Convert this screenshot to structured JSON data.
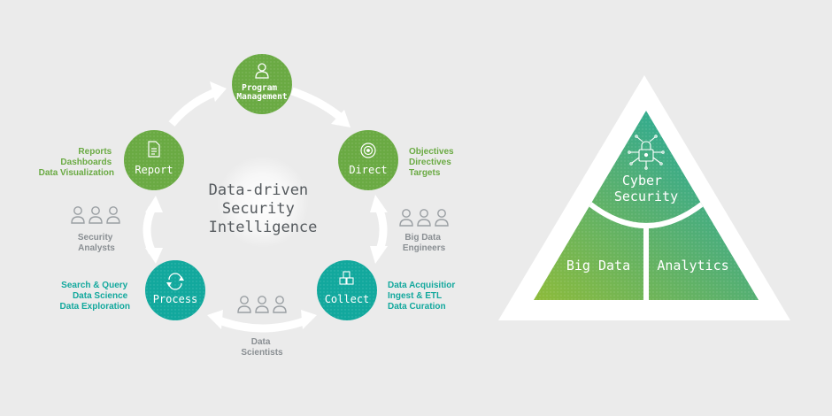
{
  "center_title": [
    "Data-driven",
    "Security",
    "Intelligence"
  ],
  "nodes": {
    "program": [
      "Program",
      "Management"
    ],
    "direct": "Direct",
    "collect": "Collect",
    "process": "Process",
    "report": "Report"
  },
  "lists": {
    "report": [
      "Reports",
      "Dashboards",
      "Data Visualization"
    ],
    "direct": [
      "Objectives",
      "Directives",
      "Targets"
    ],
    "process": [
      "Search & Query",
      "Data Science",
      "Data Exploration"
    ],
    "collect": [
      "Data Acquisitior",
      "Ingest & ETL",
      "Data Curation"
    ]
  },
  "roles": {
    "analysts": [
      "Security",
      "Analysts"
    ],
    "engineers": [
      "Big Data",
      "Engineers"
    ],
    "scientists": [
      "Data",
      "Scientists"
    ]
  },
  "triangle": {
    "top": [
      "Cyber",
      "Security"
    ],
    "left": "Big Data",
    "right": "Analytics"
  },
  "colors": {
    "background": "#ebebeb",
    "green": "#6aaa43",
    "teal": "#12a89d",
    "arrow": "#ffffff",
    "text_dark": "#555a5e",
    "text_grey": "#8a8f93"
  }
}
